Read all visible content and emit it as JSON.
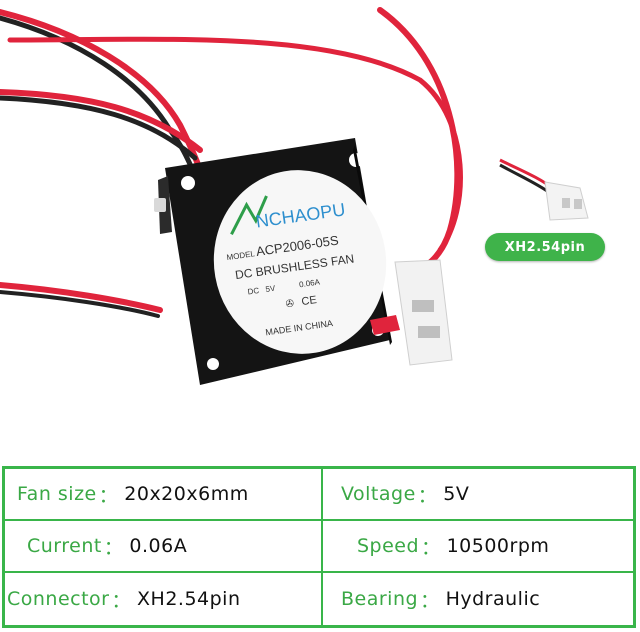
{
  "fan_label": {
    "brand": "NCHAOPU",
    "model_prefix": "MODEL",
    "model": "ACP2006-05S",
    "type": "DC BRUSHLESS FAN",
    "dc": "DC",
    "volt": "5V",
    "current": "0.06A",
    "ce": "CE",
    "origin": "MADE IN CHINA"
  },
  "connector_badge": "XH2.54pin",
  "specs": [
    {
      "label": "Fan size",
      "value": "20x20x6mm"
    },
    {
      "label": "Voltage",
      "value": "5V"
    },
    {
      "label": "Current",
      "value": "0.06A"
    },
    {
      "label": "Speed",
      "value": "10500rpm"
    },
    {
      "label": "Connector",
      "value": "XH2.54pin"
    },
    {
      "label": "Bearing",
      "value": "Hydraulic"
    }
  ],
  "separator": "："
}
